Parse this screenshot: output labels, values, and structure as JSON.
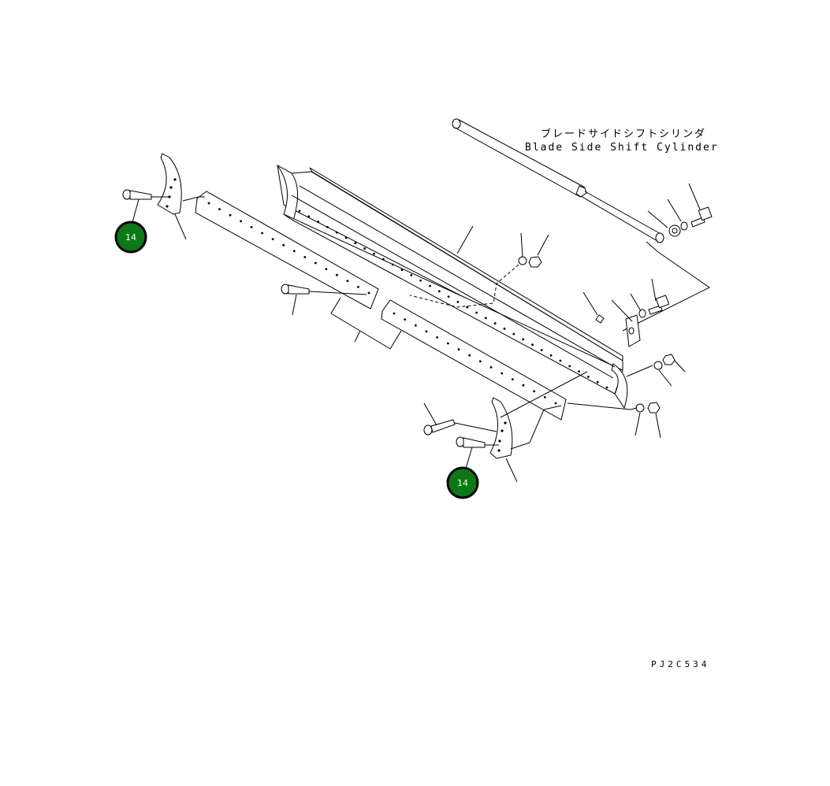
{
  "labels": {
    "cylinder_jp": "ブレードサイドシフトシリンダ",
    "cylinder_en": "Blade Side Shift Cylinder",
    "drawing_code": "PJ2C534"
  },
  "callouts": [
    {
      "number": "14",
      "color": "#0a7a16"
    },
    {
      "number": "14",
      "color": "#0a7a16"
    }
  ]
}
